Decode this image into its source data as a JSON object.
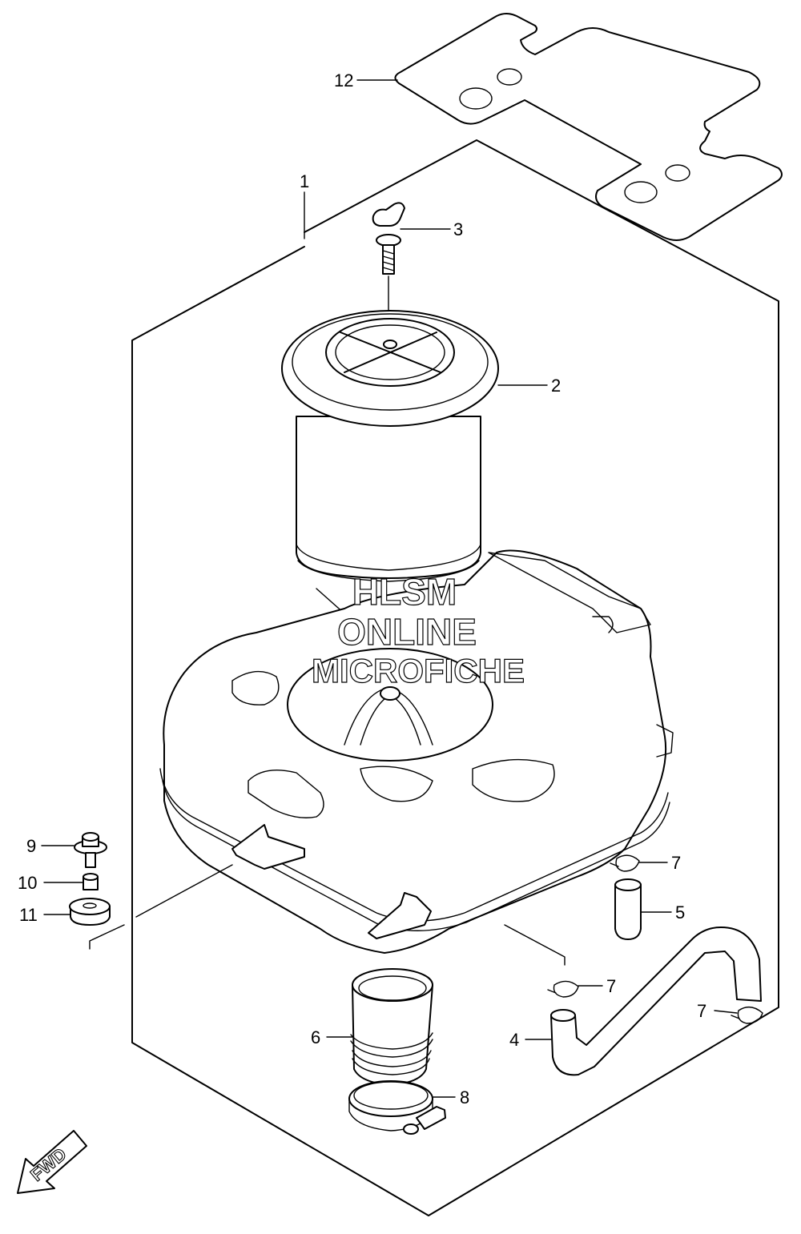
{
  "callouts": {
    "c1": "1",
    "c2": "2",
    "c3": "3",
    "c4": "4",
    "c5": "5",
    "c6": "6",
    "c7a": "7",
    "c7b": "7",
    "c7c": "7",
    "c8": "8",
    "c9": "9",
    "c10": "10",
    "c11": "11",
    "c12": "12"
  },
  "watermark": {
    "line1": "HLSM",
    "line2": "ONLINE",
    "line3": "MICROFICHE"
  },
  "direction_arrow": {
    "label": "FWD"
  }
}
